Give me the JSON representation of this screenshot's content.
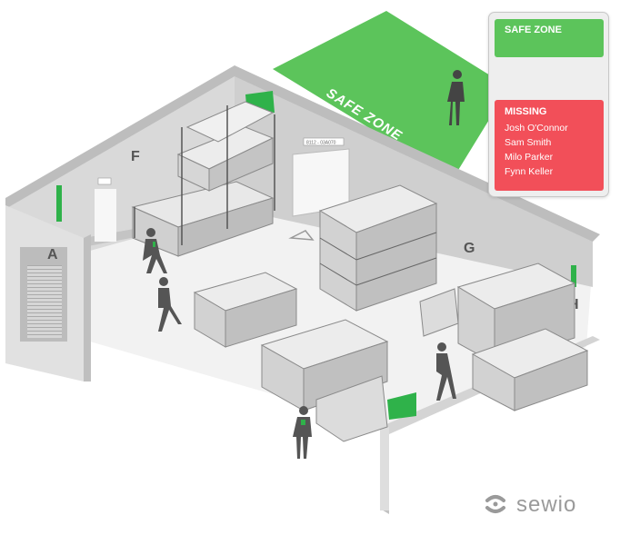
{
  "safe_zone_floor_label": "SAFE ZONE",
  "door_sign": "8112 - 03A070",
  "wall_letters": {
    "a": "A",
    "f": "F",
    "g": "G",
    "h": "H"
  },
  "panel": {
    "safe_zone_title": "SAFE ZONE",
    "missing_title": "MISSING",
    "missing_people": [
      "Josh O'Connor",
      "Sam Smith",
      "Milo Parker",
      "Fynn Keller"
    ]
  },
  "colors": {
    "safe_zone": "#5cc45b",
    "missing": "#f24f59",
    "tag_green": "#2fb24a"
  },
  "logo": {
    "text": "sewio"
  }
}
